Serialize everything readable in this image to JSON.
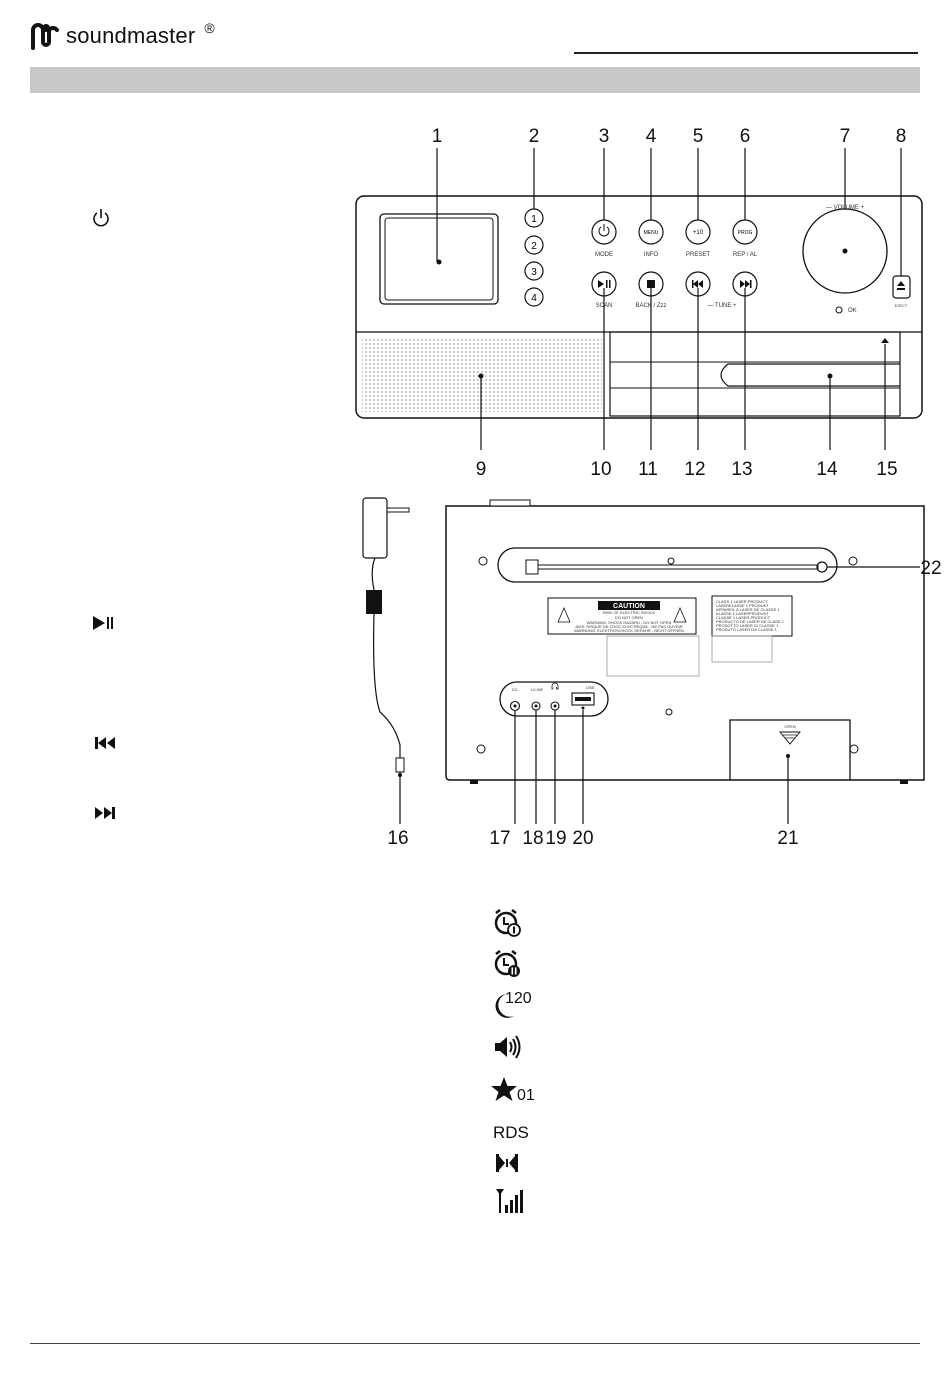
{
  "brand": {
    "name": "soundmaster",
    "registered": "®"
  },
  "callouts": {
    "top": [
      "1",
      "2",
      "3",
      "4",
      "5",
      "6",
      "7",
      "8"
    ],
    "bottom": [
      "9",
      "10",
      "11",
      "12",
      "13",
      "14",
      "15"
    ],
    "rear": [
      "16",
      "17",
      "18",
      "19",
      "20",
      "21",
      "22"
    ]
  },
  "front": {
    "presets": [
      "1",
      "2",
      "3",
      "4"
    ],
    "btn_mode": "MODE",
    "btn_menu": "MENU",
    "btn_info": "INFO",
    "btn_plus10": "+10",
    "btn_preset": "PRESET",
    "btn_prog": "PROG",
    "btn_repal": "REP / AL",
    "btn_scan": "SCAN",
    "btn_back": "BACK / Zzz",
    "tune_label": "—  TUNE  +",
    "volume_label": "—  VOLUME  +",
    "ok_label": "OK",
    "eject_label": "EJECT"
  },
  "rear": {
    "caution_title": "CAUTION",
    "caution_lines": [
      "RISK OF ELECTRIC SHOCK",
      "DO NOT OPEN",
      "WARNING: SHOCK HAZARD - DO NOT OPEN",
      "AVIS: RISQUE DE CHOC ELECTRIQUE - NE PAS OUVRIR",
      "WARNUNG: ELEKTROSCHOCK GEFAHR - NICHT ÖFFNEN"
    ],
    "laser_lines": [
      "CLASS 1 LASER PRODUCT",
      "LASERKLASSE 1 PRODUKT",
      "APPAREIL A LASER DE CLASSE 1",
      "KLASSE 1 LASERPRODUKT",
      "CLASSE 1 LASER PRODUCT",
      "PRODUCTO DE LASER DE CLASE 1",
      "PRODOTTO LASER DI CLASSE 1",
      "PRODUTO LASER DA CLASSE 1"
    ],
    "open_label": "OPEN",
    "dc_label": "DC",
    "linein_label": "L/LINE",
    "usb_label": "USB"
  },
  "status_text": {
    "sleep_value": "120",
    "favorite_value": "01",
    "rds": "RDS"
  },
  "icons": [
    "power-icon",
    "play-pause-icon",
    "previous-icon",
    "next-icon",
    "alarm-1-icon",
    "alarm-2-icon",
    "sleep-timer-icon",
    "volume-icon",
    "favorite-icon",
    "rds-indicator",
    "stereo-icon",
    "signal-strength-icon"
  ]
}
